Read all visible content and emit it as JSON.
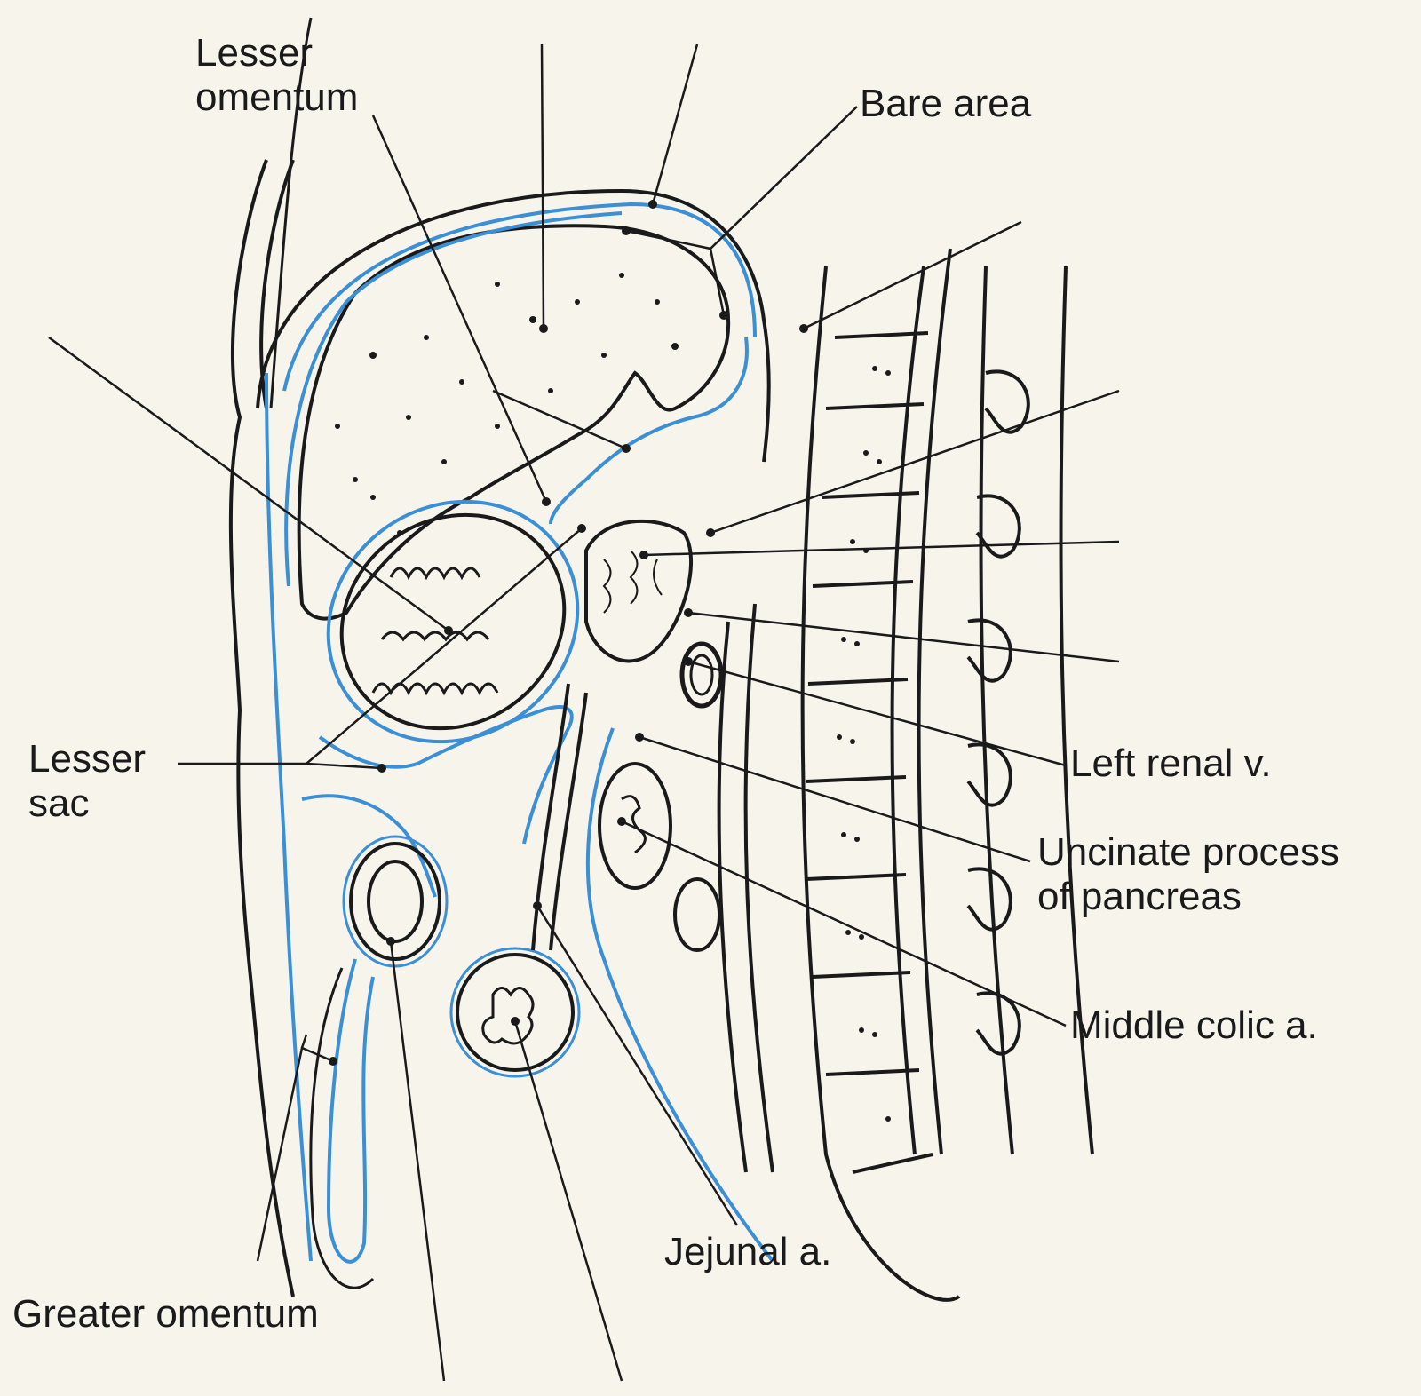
{
  "diagram": {
    "labels": {
      "lesser_omentum": [
        "Lesser",
        "omentum"
      ],
      "bare_area": "Bare area",
      "lesser_sac": [
        "Lesser",
        "sac"
      ],
      "left_renal_v": "Left renal v.",
      "uncinate_process": [
        "Uncinate process",
        "of pancreas"
      ],
      "middle_colic_a": "Middle colic a.",
      "jejunal_a": "Jejunal a.",
      "greater_omentum": "Greater omentum"
    },
    "colors": {
      "outline": "#1a1a1a",
      "peritoneum": "#3a8fd6",
      "paper": "#f7f4ec"
    }
  }
}
